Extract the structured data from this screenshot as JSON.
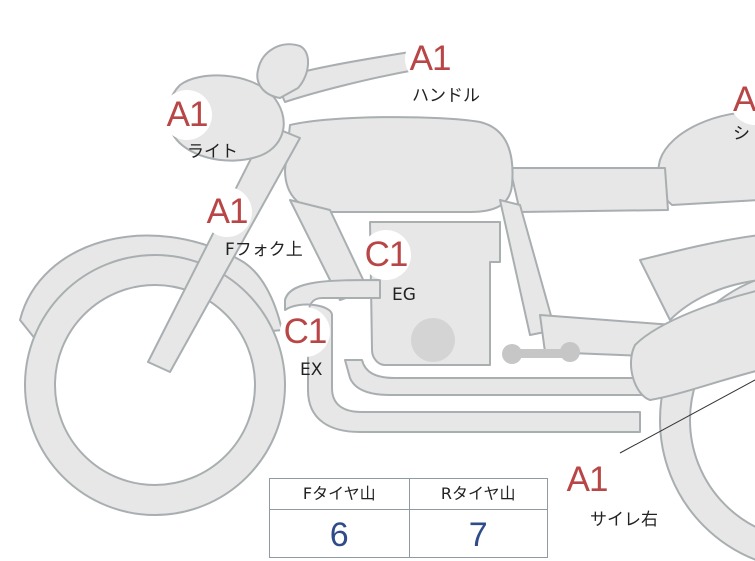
{
  "colors": {
    "grade_a": "#b94646",
    "grade_c": "#b94646",
    "tire_value": "#2f4b8a",
    "body_fill": "#e6e7e6",
    "body_stroke": "#a9aeb1"
  },
  "parts": [
    {
      "id": "handle",
      "grade": "A1",
      "label": "ハンドル"
    },
    {
      "id": "light",
      "grade": "A1",
      "label": "ライト"
    },
    {
      "id": "fork-upper",
      "grade": "A1",
      "label": "Fフォク上"
    },
    {
      "id": "engine",
      "grade": "C1",
      "label": "EG"
    },
    {
      "id": "exhaust",
      "grade": "C1",
      "label": "EX"
    },
    {
      "id": "side-cover-right",
      "grade": "A1",
      "label": "サイレ右"
    },
    {
      "id": "seat",
      "grade": "A",
      "label": "シ"
    }
  ],
  "tire_depth": {
    "front_label": "Fタイヤ山",
    "front_value": "6",
    "rear_label": "Rタイヤ山",
    "rear_value": "7"
  }
}
